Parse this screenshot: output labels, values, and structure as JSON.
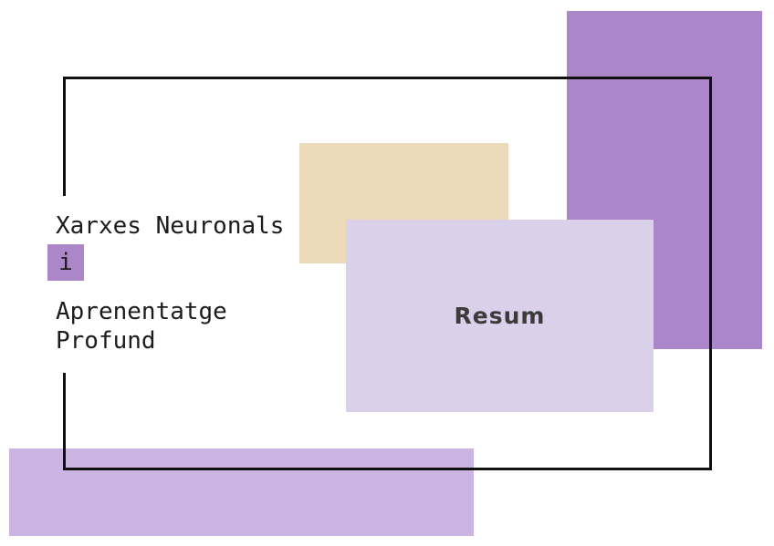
{
  "slide": {
    "title": {
      "line1": "Xarxes Neuronals",
      "conjunction": "i",
      "line2": "Aprenentatge",
      "line3": "Profund"
    },
    "card": {
      "label": "Resum"
    }
  },
  "colors": {
    "background": "#ffffff",
    "purple": "#ab86c8",
    "lavender": "#dbd0e9",
    "lilac": "#cbb4e1",
    "tan": "#ebd9ba",
    "frame": "#101010",
    "title_text": "#1c1c1c",
    "card_text": "#3b3b3b"
  }
}
